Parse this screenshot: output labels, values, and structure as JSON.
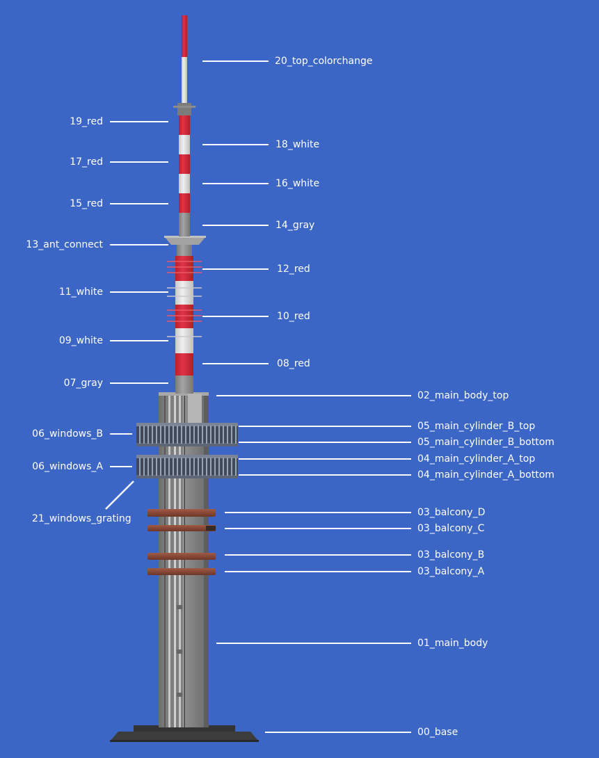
{
  "diagram": {
    "labels": [
      {
        "id": "top_colorchange",
        "text": "20_top_colorchange"
      },
      {
        "id": "red_19",
        "text": "19_red"
      },
      {
        "id": "white_18",
        "text": "18_white"
      },
      {
        "id": "red_17",
        "text": "17_red"
      },
      {
        "id": "white_16",
        "text": "16_white"
      },
      {
        "id": "red_15",
        "text": "15_red"
      },
      {
        "id": "gray_14",
        "text": "14_gray"
      },
      {
        "id": "ant_connect_13",
        "text": "13_ant_connect"
      },
      {
        "id": "red_12",
        "text": "12_red"
      },
      {
        "id": "white_11",
        "text": "11_white"
      },
      {
        "id": "red_10",
        "text": "10_red"
      },
      {
        "id": "white_09",
        "text": "09_white"
      },
      {
        "id": "red_08",
        "text": "08_red"
      },
      {
        "id": "gray_07",
        "text": "07_gray"
      },
      {
        "id": "main_body_top",
        "text": "02_main_body_top"
      },
      {
        "id": "windows_b",
        "text": "06_windows_B"
      },
      {
        "id": "cyl_b_top",
        "text": "05_main_cylinder_B_top"
      },
      {
        "id": "cyl_b_bottom",
        "text": "05_main_cylinder_B_bottom"
      },
      {
        "id": "windows_a",
        "text": "06_windows_A"
      },
      {
        "id": "cyl_a_top",
        "text": "04_main_cylinder_A_top"
      },
      {
        "id": "cyl_a_bottom",
        "text": "04_main_cylinder_A_bottom"
      },
      {
        "id": "windows_grating",
        "text": "21_windows_grating"
      },
      {
        "id": "balcony_d",
        "text": "03_balcony_D"
      },
      {
        "id": "balcony_c",
        "text": "03_balcony_C"
      },
      {
        "id": "balcony_b",
        "text": "03_balcony_B"
      },
      {
        "id": "balcony_a",
        "text": "03_balcony_A"
      },
      {
        "id": "main_body",
        "text": "01_main_body"
      },
      {
        "id": "base",
        "text": "00_base"
      }
    ]
  },
  "colors": {
    "background": "#3c66c6",
    "red": "#d0283c",
    "white": "#e4e4e4",
    "gray": "#8e8e8e",
    "dark_gray": "#4a4a4a",
    "balcony": "#8a4a38",
    "label_line": "#ffffff"
  }
}
